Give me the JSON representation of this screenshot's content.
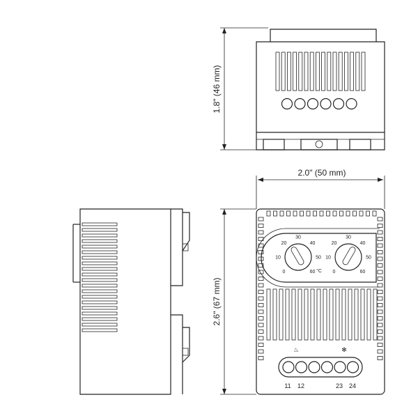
{
  "dimensions": {
    "height_top": "1.8\" (46 mm)",
    "width_front": "2.0\" (50 mm)",
    "height_front": "2.6\" (67 mm)"
  },
  "dials": {
    "scale": [
      "0",
      "10",
      "20",
      "30",
      "40",
      "50",
      "60"
    ],
    "unit": "°C"
  },
  "terminals": {
    "heat_symbol": "♨",
    "cool_symbol": "✻",
    "labels": [
      "11",
      "12",
      "23",
      "24"
    ]
  }
}
